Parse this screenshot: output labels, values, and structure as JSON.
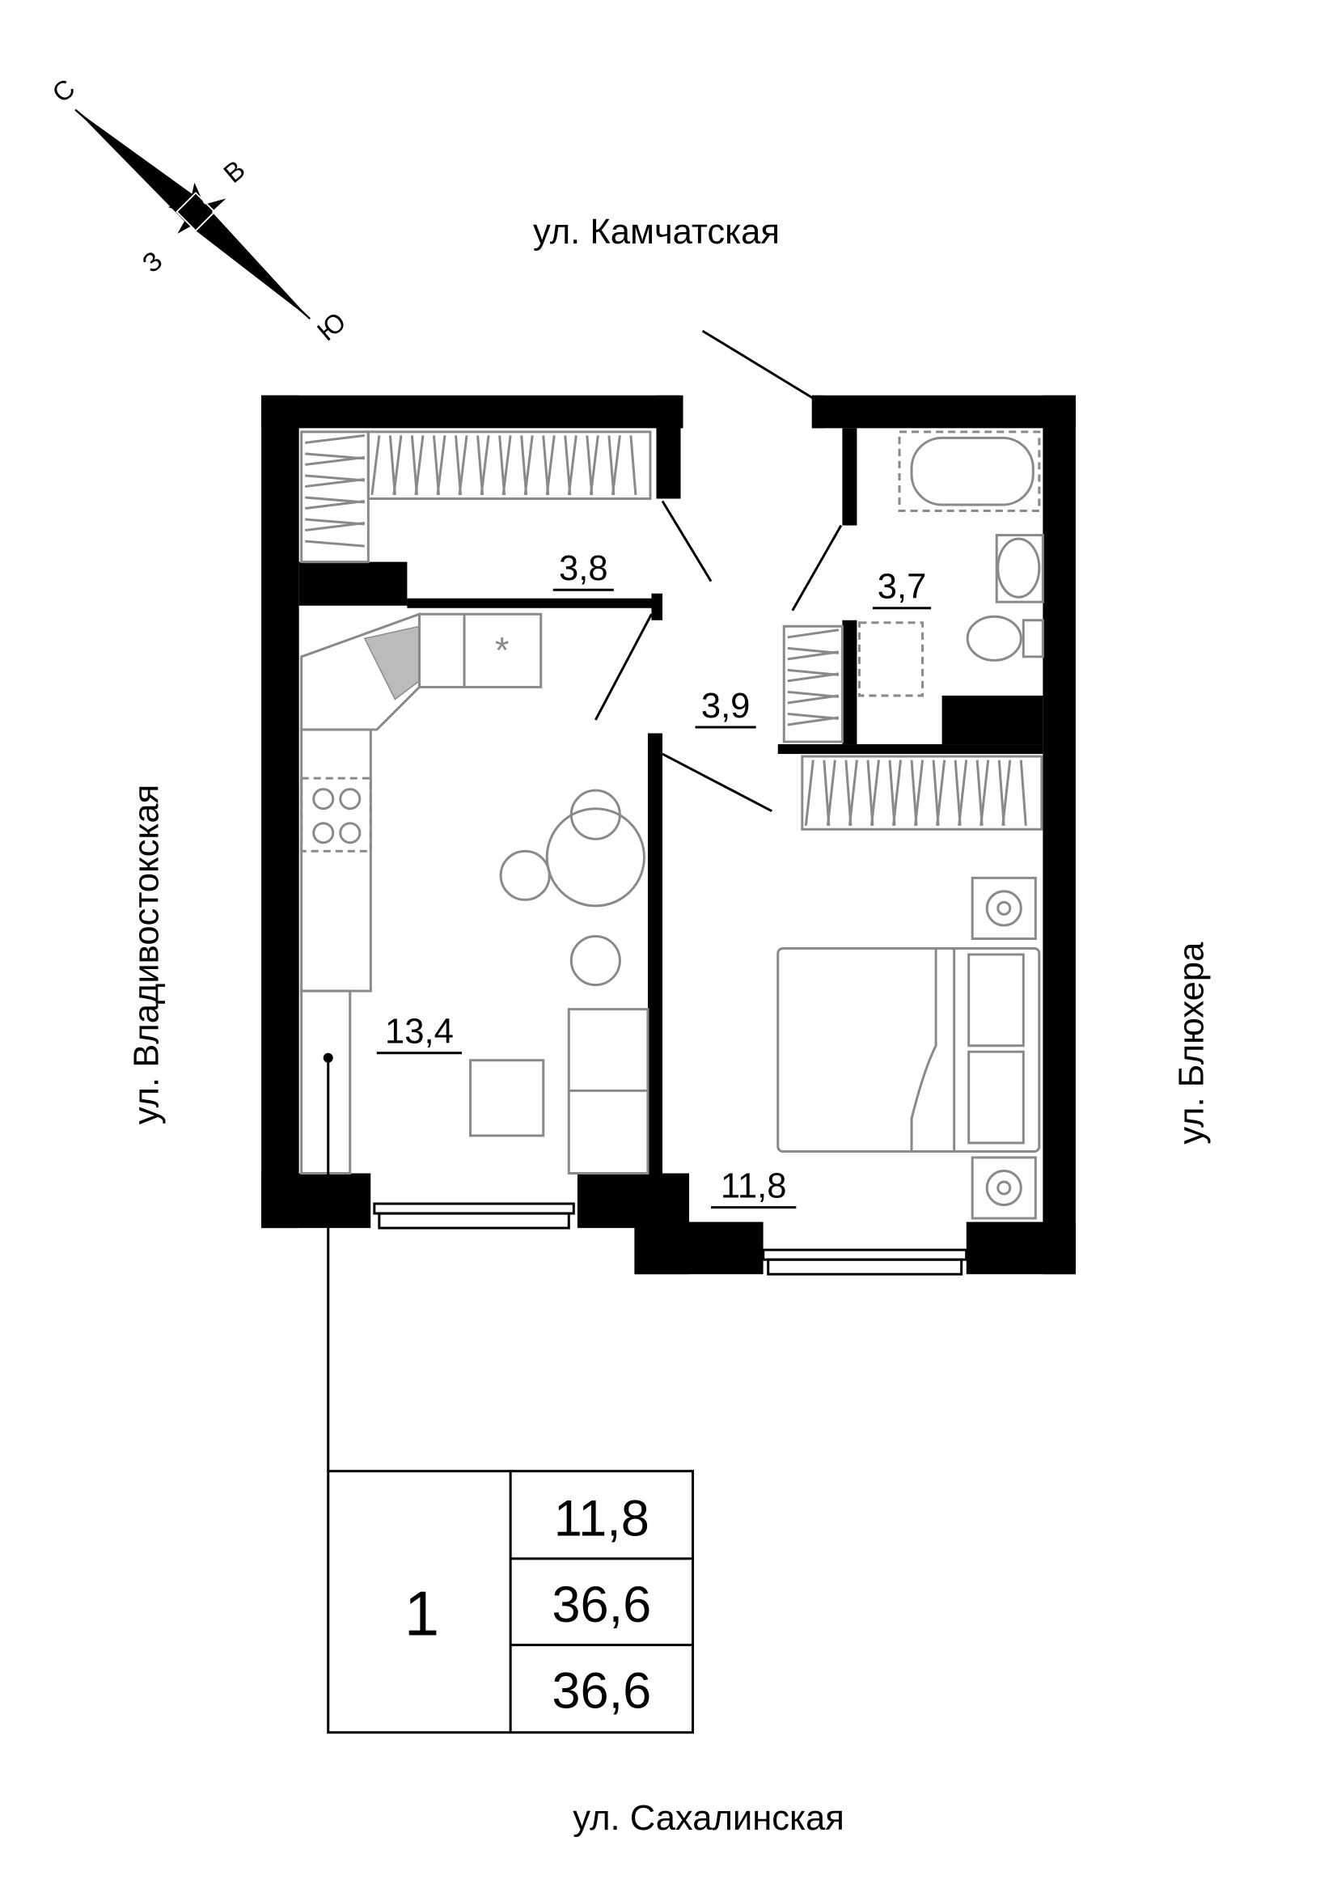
{
  "streets": {
    "north": "ул. Камчатская",
    "west": "ул. Владивостокская",
    "east": "ул. Блюхера",
    "south": "ул. Сахалинская"
  },
  "compass": {
    "n": "С",
    "e": "В",
    "w": "З",
    "s": "Ю"
  },
  "rooms": {
    "wardrobe_hall": "3,8",
    "bathroom": "3,7",
    "hallway": "3,9",
    "kitchen_living": "13,4",
    "bedroom": "11,8"
  },
  "summary": {
    "rooms_count": "1",
    "living_area": "11,8",
    "total_area": "36,6",
    "total_area_with_balcony": "36,6"
  }
}
